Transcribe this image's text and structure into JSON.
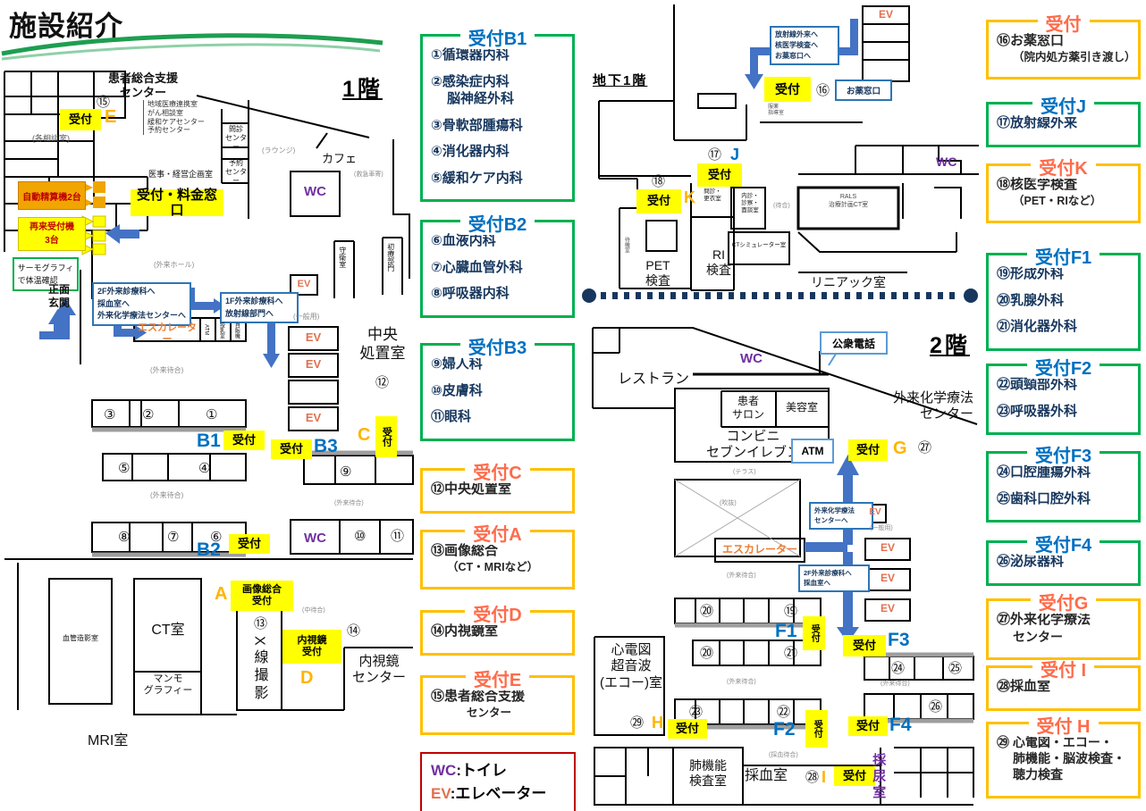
{
  "title": "施設紹介",
  "shared": {
    "uketsuke": "受付",
    "ev": "EV",
    "wc": "WC",
    "gairai_machiai": "(外来待合)",
    "ippan_yo": "(一般用)",
    "escalator": "エスカレーター",
    "atm": "ATM"
  },
  "floor1": {
    "label": "1階",
    "n15": "⑮",
    "e": "E",
    "soudan": "(各相談室)",
    "support_center": "患者総合支援\nセンター",
    "support_list": "地域医療連携室\nがん相談室\n緩和ケアセンター\n予約センター",
    "monshin": "問診\nセンター",
    "yoyaku": "予約\nセンター",
    "iji": "医事・経営企画室",
    "lounge": "(ラウンジ)",
    "cafe": "カフェ",
    "kyukyu": "(救急車寄)",
    "ryokin": "受付・料金窓口",
    "seisanki": "自動精算機2台",
    "sairai": "再来受付機\n3台",
    "thermo": "サーモグラフィ\nで体温確認",
    "genkan": "正面\n玄関",
    "to2f": "2F外来診療科へ\n採血室へ\n外来化学療法センターへ",
    "to1f": "1F外来診療科へ\n放射線部門へ",
    "junyu": "授乳室",
    "jihanki": "自販機",
    "hall": "(外来ホール)",
    "shuei": "守衛室",
    "shoryo": "初療部門",
    "chuo": "中央\n処置室",
    "n12": "⑫",
    "c": "C",
    "n1": "①",
    "n2": "②",
    "n3": "③",
    "n4": "④",
    "n5": "⑤",
    "n6": "⑥",
    "n7": "⑦",
    "n8": "⑧",
    "n9": "⑨",
    "n10": "⑩",
    "n11": "⑪",
    "b1": "B1",
    "b2": "B2",
    "b3": "B3",
    "kekkan": "血管造影室",
    "ct": "CT室",
    "mammo": "マンモ\nグラフィー",
    "mri": "MRI室",
    "gazo": "画像総合\n受付",
    "a": "A",
    "n13": "⑬",
    "xray": "X線撮影",
    "naka": "(中待合)",
    "naishi_uke": "内視鏡\n受付",
    "d": "D",
    "n14": "⑭",
    "naishi": "内視鏡\nセンター"
  },
  "basement": {
    "label": "地下1階",
    "route": "放射線外来へ\n核医学検査へ\nお薬窓口へ",
    "n16": "⑯",
    "okusuri": "お薬窓口",
    "fukuyaku": "服薬\n指導室",
    "n17": "⑰",
    "j": "J",
    "n18": "⑱",
    "k": "K",
    "monshin": "問診・\n更衣室",
    "naishin": "内診・\n診察・\n面談室",
    "machiai": "(待合)",
    "rals": "RALS\n治療計画CT室",
    "ctsim": "CTシミュレーター室",
    "pet": "PET\n検査",
    "ri": "RI\n検査",
    "taiki": "待機室",
    "liniac": "リニアック室"
  },
  "floor2": {
    "label": "2階",
    "phone": "公衆電話",
    "restaurant": "レストラン",
    "salon": "患者\nサロン",
    "beauty": "美容室",
    "store": "コンビニ\nセブンイレブン",
    "kagaku": "外来化学療法\nセンター",
    "g": "G",
    "n27": "㉗",
    "terrace": "(テラス)",
    "fukinuke": "(吹抜)",
    "to_kagaku": "外来化学療法\nセンターへ",
    "to_saiketsu": "2F外来診療科へ\n採血室へ",
    "n19": "⑲",
    "n20": "⑳",
    "n20b": "⑳",
    "n21": "㉑",
    "n22": "㉒",
    "n23": "㉓",
    "n24": "㉔",
    "n25": "㉕",
    "n26": "㉖",
    "n28": "㉘",
    "n29": "㉙",
    "f1": "F1",
    "f2": "F2",
    "f3": "F3",
    "f4": "F4",
    "h": "H",
    "i": "I",
    "shindenzu": "心電図\n超音波\n(エコー)室",
    "haikino": "肺機能\n検査室",
    "saiketsu_machiai": "(採血待合)",
    "saiketsu": "採血室",
    "sainyou": "採尿室"
  },
  "legend_left": [
    {
      "color": "green",
      "title": "受付B1",
      "items": [
        {
          "n": "①",
          "t": "循環器内科"
        },
        {
          "n": "②",
          "t": "感染症内科",
          "t2": "脳神経外科"
        },
        {
          "n": "③",
          "t": "骨軟部腫瘍科"
        },
        {
          "n": "④",
          "t": "消化器内科"
        },
        {
          "n": "⑤",
          "t": "緩和ケア内科"
        }
      ]
    },
    {
      "color": "green",
      "title": "受付B2",
      "items": [
        {
          "n": "⑥",
          "t": "血液内科"
        },
        {
          "n": "⑦",
          "t": "心臓血管外科"
        },
        {
          "n": "⑧",
          "t": "呼吸器内科"
        }
      ]
    },
    {
      "color": "green",
      "title": "受付B3",
      "items": [
        {
          "n": "⑨",
          "t": "婦人科"
        },
        {
          "n": "⑩",
          "t": "皮膚科"
        },
        {
          "n": "⑪",
          "t": "眼科"
        }
      ]
    },
    {
      "color": "orange",
      "title": "受付C",
      "items": [
        {
          "n": "⑫",
          "t": "中央処置室"
        }
      ]
    },
    {
      "color": "orange",
      "title": "受付A",
      "items": [
        {
          "n": "⑬",
          "t": "画像総合",
          "t2": "（CT・MRIなど）"
        }
      ]
    },
    {
      "color": "orange",
      "title": "受付D",
      "items": [
        {
          "n": "⑭",
          "t": "内視鏡室"
        }
      ]
    },
    {
      "color": "orange",
      "title": "受付E",
      "items": [
        {
          "n": "⑮",
          "t": "患者総合支援",
          "t2": "センター"
        }
      ]
    }
  ],
  "legend_right": [
    {
      "color": "orange",
      "title": "受付",
      "items": [
        {
          "n": "⑯",
          "t": "お薬窓口",
          "t2": "（院内処方薬引き渡し）"
        }
      ]
    },
    {
      "color": "green",
      "title": "受付J",
      "items": [
        {
          "n": "⑰",
          "t": "放射線外来"
        }
      ]
    },
    {
      "color": "orange",
      "title": "受付K",
      "items": [
        {
          "n": "⑱",
          "t": "核医学検査",
          "t2": "（PET・RIなど）"
        }
      ]
    },
    {
      "color": "green",
      "title": "受付F1",
      "items": [
        {
          "n": "⑲",
          "t": "形成外科"
        },
        {
          "n": "⑳",
          "t": "乳腺外科"
        },
        {
          "n": "㉑",
          "t": "消化器外科"
        }
      ]
    },
    {
      "color": "green",
      "title": "受付F2",
      "items": [
        {
          "n": "㉒",
          "t": "頭頸部外科"
        },
        {
          "n": "㉓",
          "t": "呼吸器外科"
        }
      ]
    },
    {
      "color": "green",
      "title": "受付F3",
      "items": [
        {
          "n": "㉔",
          "t": "口腔腫瘍外科"
        },
        {
          "n": "㉕",
          "t": "歯科口腔外科"
        }
      ]
    },
    {
      "color": "green",
      "title": "受付F4",
      "items": [
        {
          "n": "㉖",
          "t": "泌尿器科"
        }
      ]
    },
    {
      "color": "orange",
      "title": "受付G",
      "items": [
        {
          "n": "㉗",
          "t": "外来化学療法",
          "t2": "センター"
        }
      ]
    },
    {
      "color": "orange",
      "title": "受付 I",
      "items": [
        {
          "n": "㉘",
          "t": "採血室"
        }
      ]
    },
    {
      "color": "orange",
      "title": "受付 H",
      "items": [
        {
          "n": "㉙",
          "t": "心電図・エコー・",
          "t2": "肺機能・脳波検査・",
          "t3": "聴力検査"
        }
      ]
    }
  ],
  "wc_ev_legend": {
    "wc_term": "WC",
    "wc_desc": ":トイレ",
    "ev_term": "EV",
    "ev_desc": ":エレベーター"
  },
  "colors": {
    "legend_green": "#00B050",
    "legend_orange": "#FFC000",
    "header_blue": "#0070C0",
    "header_coral": "#FF6B4A",
    "item_navy": "#17375E",
    "highlight_yellow": "#FFFF00",
    "marker_orange": "#FFB400",
    "marker_blue": "#0070C0",
    "arrow_blue": "#4472C4",
    "wc_purple": "#7030A0",
    "ev_coral": "#E2704F",
    "escalator_orange": "#ED7D31",
    "machine_orange": "#F0A500",
    "machine_text_red": "#C00000",
    "note_border_blue": "#2E75B6",
    "dotted_navy": "#17375E",
    "wcev_border_red": "#C00000"
  }
}
